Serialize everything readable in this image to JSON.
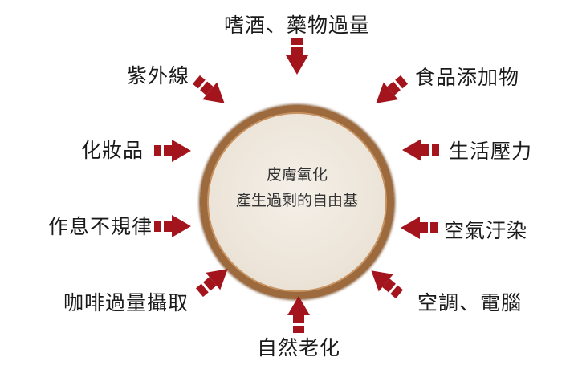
{
  "center": {
    "line1": "皮膚氧化",
    "line2": "產生過剩的自由基"
  },
  "factors": [
    {
      "id": "alcohol",
      "label": "嗜酒、藥物過量"
    },
    {
      "id": "uv",
      "label": "紫外線"
    },
    {
      "id": "additives",
      "label": "食品添加物"
    },
    {
      "id": "cosmetics",
      "label": "化妝品"
    },
    {
      "id": "stress",
      "label": "生活壓力"
    },
    {
      "id": "irregular",
      "label": "作息不規律"
    },
    {
      "id": "pollution",
      "label": "空氣汙染"
    },
    {
      "id": "coffee",
      "label": "咖啡過量攝取"
    },
    {
      "id": "ac",
      "label": "空調、電腦"
    },
    {
      "id": "aging",
      "label": "自然老化"
    }
  ],
  "colors": {
    "arrow": "#a3141c",
    "ring": "#9c6a3c",
    "inner": "#ece4d8"
  }
}
